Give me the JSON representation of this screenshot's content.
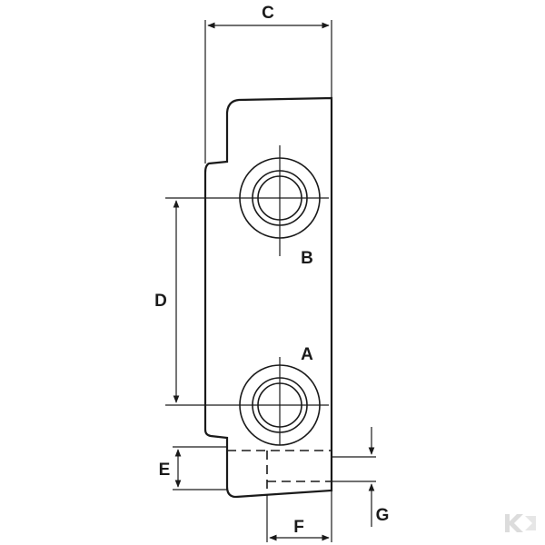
{
  "labels": {
    "c": "C",
    "b": "B",
    "d": "D",
    "a": "A",
    "e": "E",
    "g": "G",
    "f": "F"
  },
  "colors": {
    "line": "#1a1a1a",
    "background": "#ffffff",
    "watermark": "#d9d9d9"
  },
  "icons": {
    "watermark": "k-logo-watermark-icon"
  }
}
